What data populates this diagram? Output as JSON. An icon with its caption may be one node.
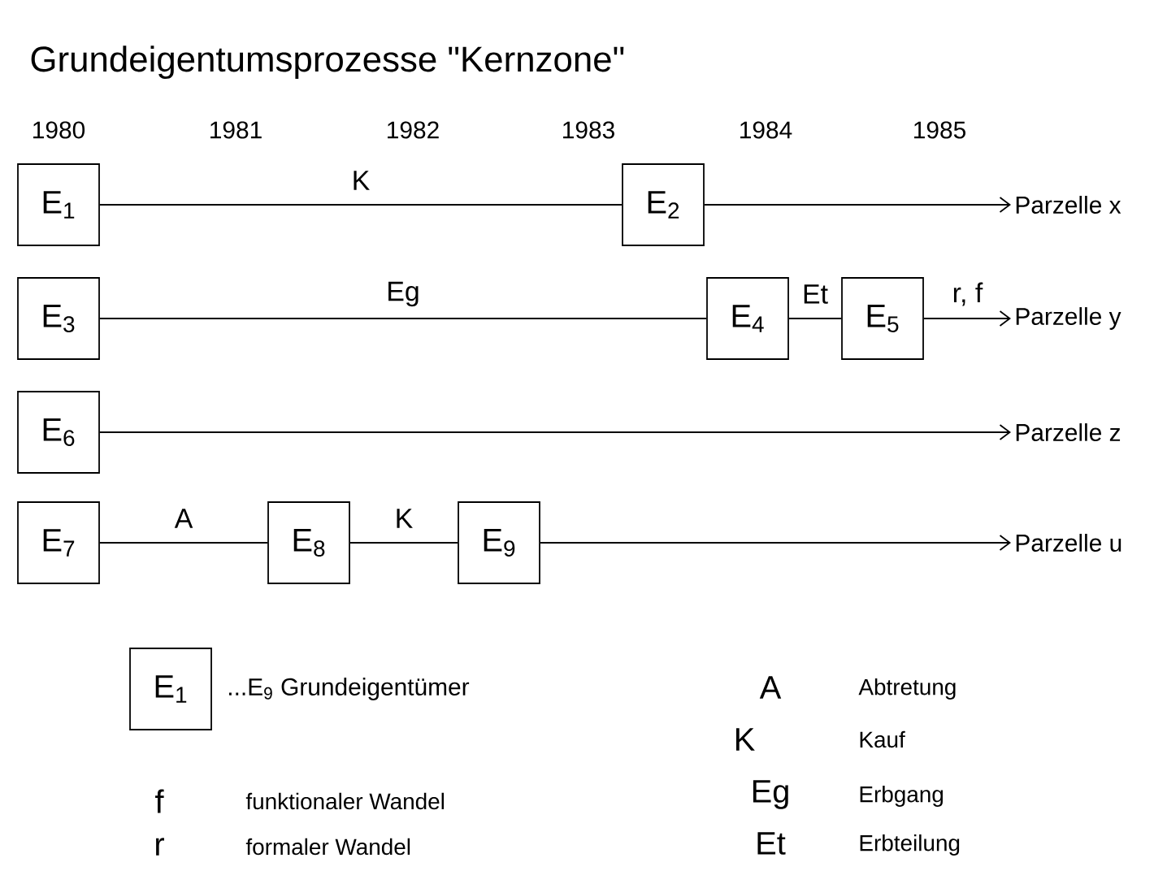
{
  "diagram": {
    "title": "Grundeigentumsprozesse \"Kernzone\"",
    "nodes": [
      {
        "text": [
          "E$_{1}$"
        ]
      },
      {
        "text": [
          "E$_{2}$"
        ]
      },
      {
        "text": [
          "Parzelle x"
        ]
      },
      {
        "text": [
          "E$_{3}$"
        ]
      },
      {
        "text": [
          "E$_{4}$"
        ]
      },
      {
        "text": [
          "E$_{5}$"
        ]
      },
      {
        "text": [
          "Parzelle y"
        ]
      },
      {
        "text": [
          "E$_{6}$"
        ]
      },
      {
        "text": [
          "Parzelle z"
        ]
      },
      {
        "text": [
          "E$_{7}$"
        ]
      },
      {
        "text": [
          "E$_{8}$"
        ]
      },
      {
        "text": [
          "E$_{9}$"
        ]
      },
      {
        "text": [
          "Parzelle u"
        ]
      },
      {
        "text": [
          "E$_{1}$"
        ],
        "beside": [
          "...E$_{9}$ Grundeigentümer"
        ]
      }
    ],
    "edges": [
      {
        "from": 0,
        "to": 1,
        "arrow": "none",
        "label": "K"
      },
      {
        "from": 1,
        "to": 2,
        "arrow": "to"
      },
      {
        "from": 3,
        "to": 4,
        "arrow": "none",
        "label": "Eg"
      },
      {
        "from": 4,
        "to": 5,
        "arrow": "none",
        "label": "Et"
      },
      {
        "from": 5,
        "to": 6,
        "arrow": "to",
        "label": "r, f"
      },
      {
        "from": 7,
        "to": 8,
        "arrow": "to"
      },
      {
        "from": 9,
        "to": 10,
        "arrow": "none",
        "label": "A"
      },
      {
        "from": 10,
        "to": 11,
        "arrow": "none",
        "label": "K"
      },
      {
        "from": 11,
        "to": 12,
        "arrow": "to"
      }
    ],
    "labels": [
      "1980",
      "1981",
      "1982",
      "1983",
      "1984",
      "1985",
      "A",
      "Abtretung",
      "K",
      "Kauf",
      "f",
      "funktionaler Wandel",
      "Eg",
      "Erbgang",
      "r",
      "formaler Wandel",
      "Et",
      "Erbteilung"
    ]
  }
}
